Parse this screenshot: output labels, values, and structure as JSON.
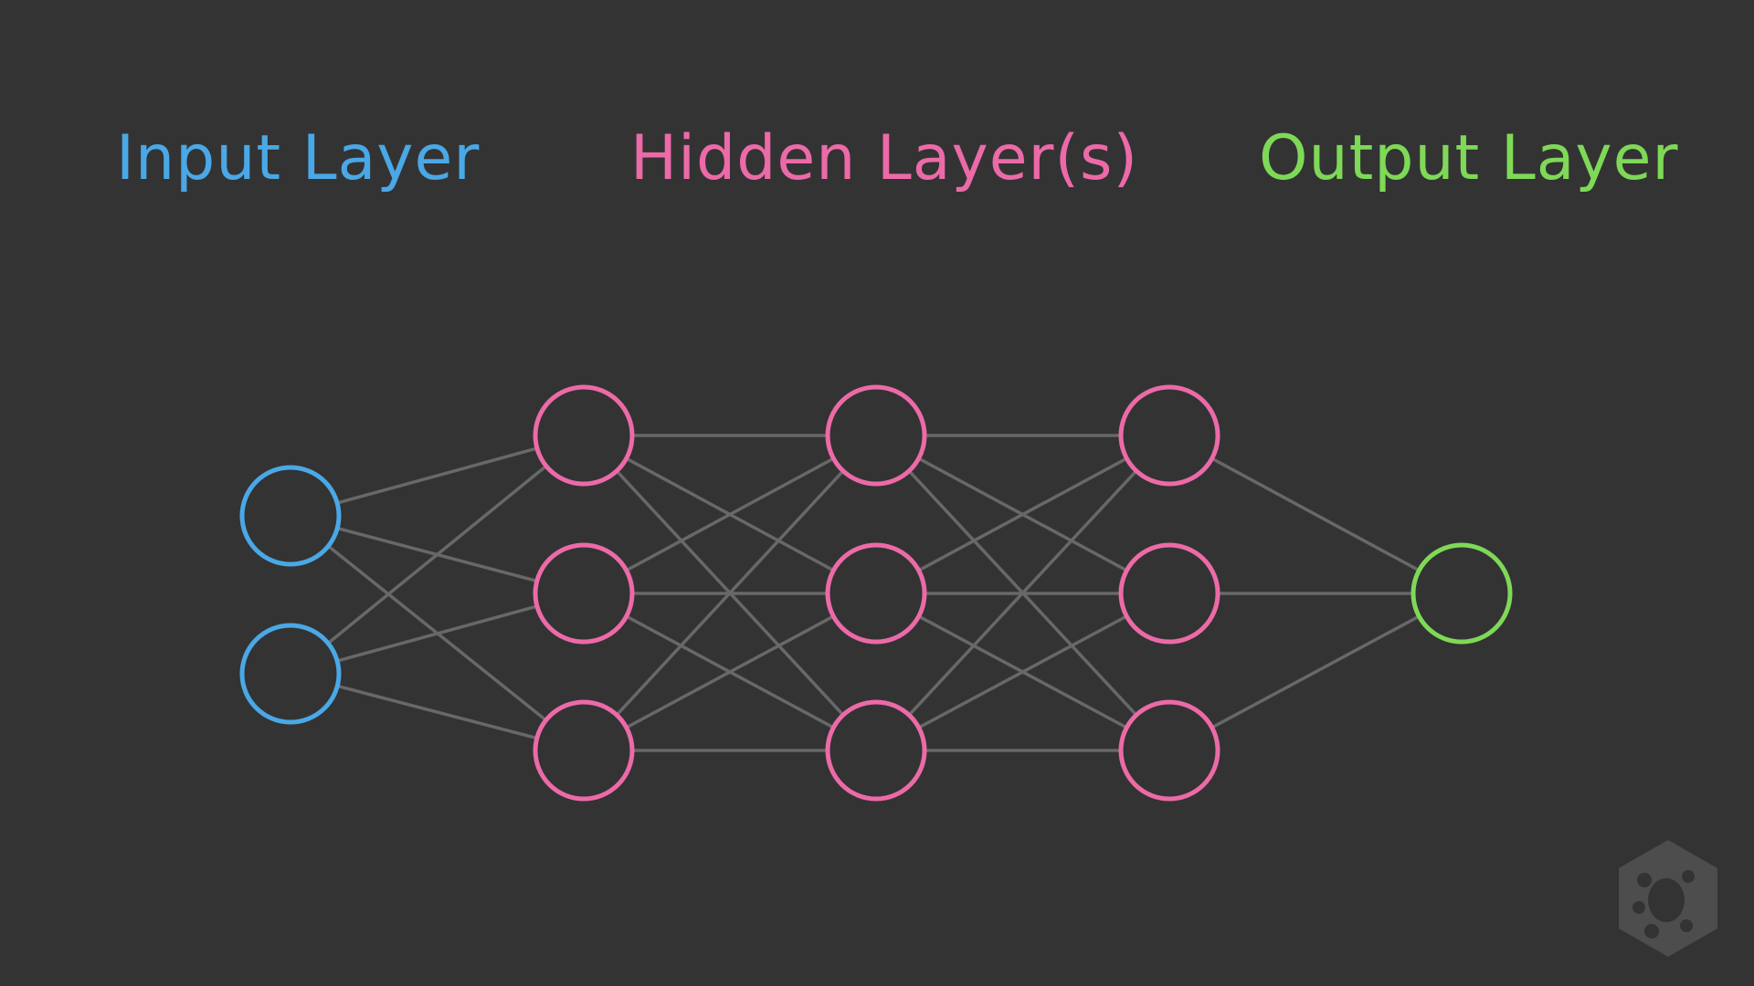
{
  "titles": {
    "input": "Input Layer",
    "hidden": "Hidden Layer(s)",
    "output": "Output Layer"
  },
  "colors": {
    "background": "#333333",
    "input": "#4aa8e6",
    "hidden": "#ec6aa8",
    "output": "#7ed957",
    "edge": "#686868",
    "watermark": "#4d4d4d"
  },
  "network": {
    "layers": [
      {
        "name": "input",
        "role": "input",
        "nodes": 2
      },
      {
        "name": "hidden-1",
        "role": "hidden",
        "nodes": 3
      },
      {
        "name": "hidden-2",
        "role": "hidden",
        "nodes": 3
      },
      {
        "name": "hidden-3",
        "role": "hidden",
        "nodes": 3
      },
      {
        "name": "output",
        "role": "output",
        "nodes": 1
      }
    ],
    "connectivity": "fully-connected"
  },
  "watermark": {
    "icon": "treehouse-frog-logo-icon"
  }
}
